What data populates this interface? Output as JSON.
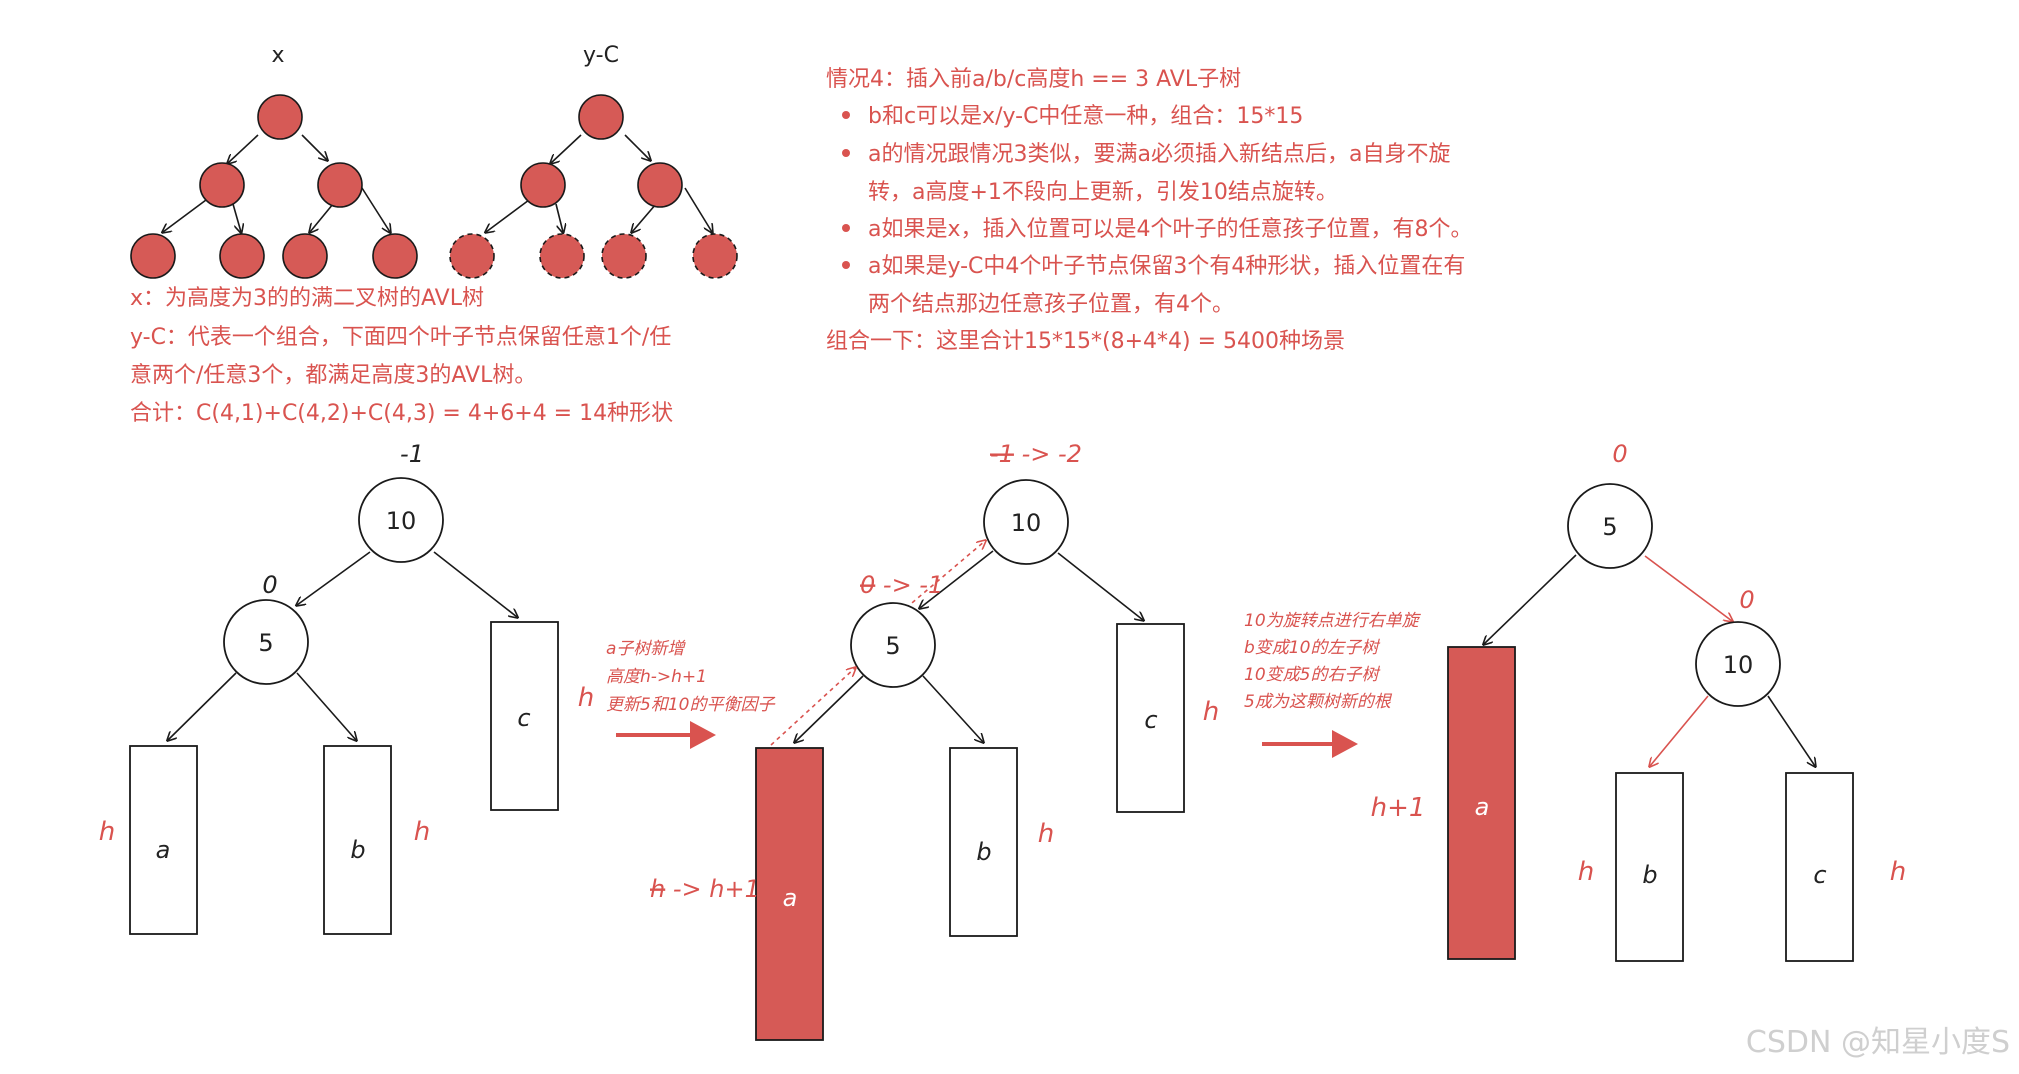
{
  "top_left": {
    "label_x": "x",
    "label_yc": "y-C",
    "lines": [
      "x：为高度为3的的满二叉树的AVL树",
      "y-C：代表一个组合，下面四个叶子节点保留任意1个/任",
      "意两个/任意3个，都满足高度3的AVL树。",
      "合计：C(4,1)+C(4,2)+C(4,3) = 4+6+4 = 14种形状"
    ]
  },
  "case4": {
    "title": "情况4：插入前a/b/c高度h == 3 AVL子树",
    "bullets": [
      [
        "b和c可以是x/y-C中任意一种，组合：15*15"
      ],
      [
        "a的情况跟情况3类似，要满a必须插入新结点后，a自身不旋",
        "转，a高度+1不段向上更新，引发10结点旋转。"
      ],
      [
        "a如果是x，插入位置可以是4个叶子的任意孩子位置，有8个。"
      ],
      [
        "a如果是y-C中4个叶子节点保留3个有4种形状，插入位置在有",
        "两个结点那边任意孩子位置，有4个。"
      ]
    ],
    "summary": "组合一下：这里合计15*15*(8+4*4) = 5400种场景"
  },
  "diagram1": {
    "root": "10",
    "root_bf": "-1",
    "child": "5",
    "child_bf": "0",
    "a": "a",
    "b": "b",
    "c": "c",
    "h_a": "h",
    "h_b": "h",
    "h_c": "h"
  },
  "arrow1_text": [
    "a子树新增",
    "高度h->h+1",
    "更新5和10的平衡因子"
  ],
  "diagram2": {
    "root": "10",
    "root_bf_old": "-1",
    "root_bf_new": " -> -2",
    "child": "5",
    "child_bf_old": "0",
    "child_bf_new": " -> -1",
    "a": "a",
    "b": "b",
    "c": "c",
    "h_a_old": "h",
    "h_a_new": " -> h+1",
    "h_b": "h",
    "h_c": "h"
  },
  "arrow2_text": [
    "10为旋转点进行右单旋",
    "b变成10的左子树",
    "10变成5的右子树",
    "5成为这颗树新的根"
  ],
  "diagram3": {
    "root": "5",
    "root_bf": "0",
    "child": "10",
    "child_bf": "0",
    "a": "a",
    "b": "b",
    "c": "c",
    "h_a": "h+1",
    "h_b": "h",
    "h_c": "h"
  },
  "watermark": "CSDN @知星小度S",
  "colors": {
    "accent": "#d9534f",
    "node_fill": "#d65a56",
    "line": "#1a1a1a"
  }
}
